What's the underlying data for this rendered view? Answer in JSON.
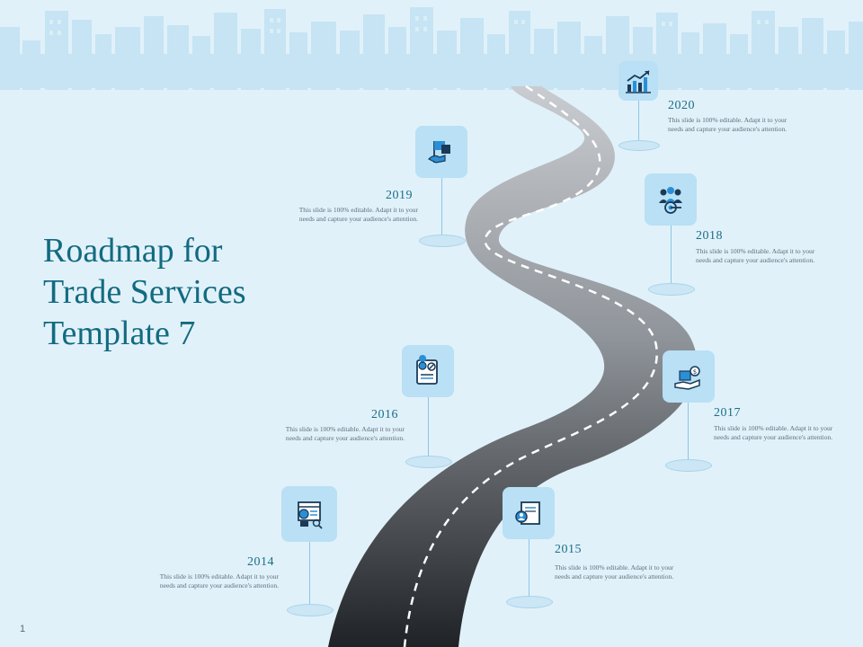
{
  "slide": {
    "title_line1": "Roadmap for",
    "title_line2": "Trade Services",
    "title_line3": "Template 7",
    "page_number": "1"
  },
  "milestones": [
    {
      "year": "2014",
      "text": "This slide is 100% editable. Adapt it to your needs and capture your audience's attention.",
      "icon": "finance-report-icon"
    },
    {
      "year": "2015",
      "text": "This slide is 100% editable. Adapt it to your needs and capture your audience's attention.",
      "icon": "document-profile-icon"
    },
    {
      "year": "2016",
      "text": "This slide is 100% editable. Adapt it to your needs and capture your audience's attention.",
      "icon": "location-book-icon"
    },
    {
      "year": "2017",
      "text": "This slide is 100% editable. Adapt it to your needs and capture your audience's attention.",
      "icon": "money-hand-icon"
    },
    {
      "year": "2018",
      "text": "This slide is 100% editable. Adapt it to your needs and capture your audience's attention.",
      "icon": "team-target-icon"
    },
    {
      "year": "2019",
      "text": "This slide is 100% editable. Adapt it to your needs and capture your audience's attention.",
      "icon": "handshake-flag-icon"
    },
    {
      "year": "2020",
      "text": "This slide is 100% editable. Adapt it to your needs and capture your audience's attention.",
      "icon": "growth-chart-icon"
    }
  ],
  "colors": {
    "background": "#e1f1fa",
    "accent": "#126b80",
    "icon_box": "#b9e0f4",
    "skyline": "#c6e4f3"
  }
}
